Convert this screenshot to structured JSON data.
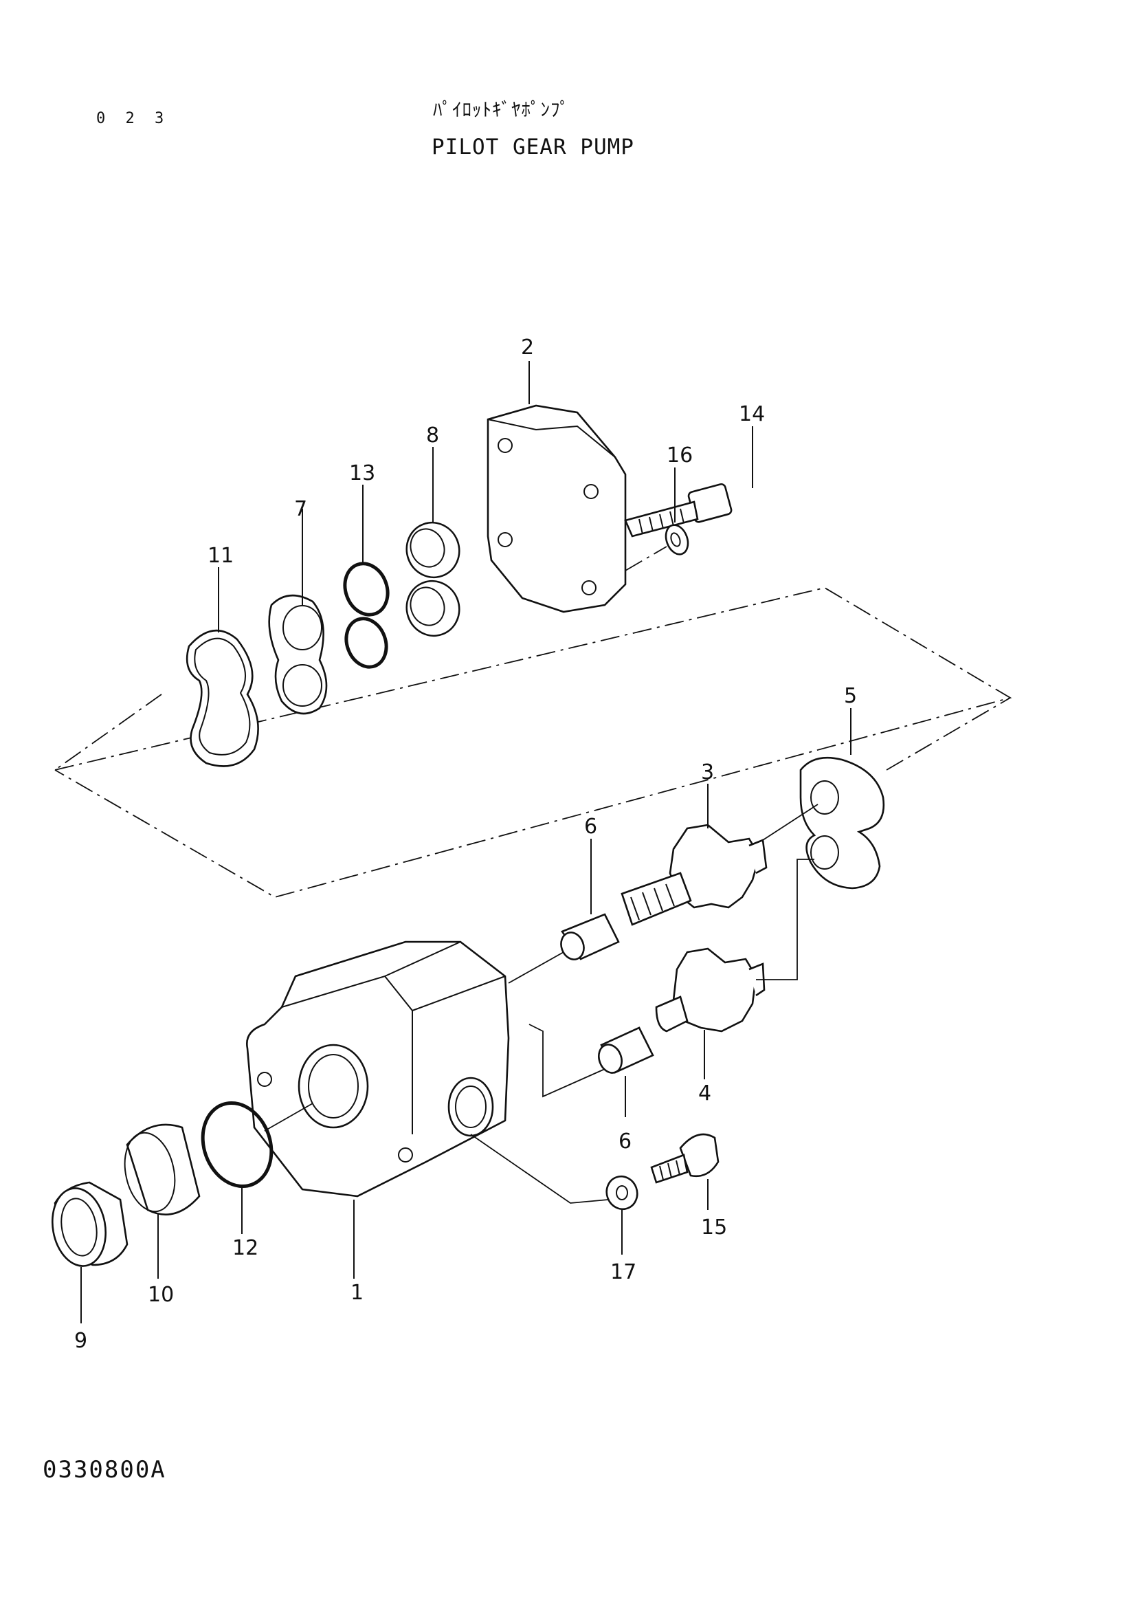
{
  "header": {
    "page_number": "0 2 3",
    "title_jp": "ﾊﾟｲﾛｯﾄｷﾞﾔﾎﾟﾝﾌﾟ",
    "title_en": "PILOT GEAR PUMP"
  },
  "footer": {
    "drawing_code": "0330800A"
  },
  "callouts": {
    "c1": "1",
    "c2": "2",
    "c3": "3",
    "c4": "4",
    "c5": "5",
    "c6a": "6",
    "c6b": "6",
    "c7": "7",
    "c8": "8",
    "c9": "9",
    "c10": "10",
    "c11": "11",
    "c12": "12",
    "c13": "13",
    "c14": "14",
    "c15": "15",
    "c16": "16",
    "c17": "17"
  }
}
